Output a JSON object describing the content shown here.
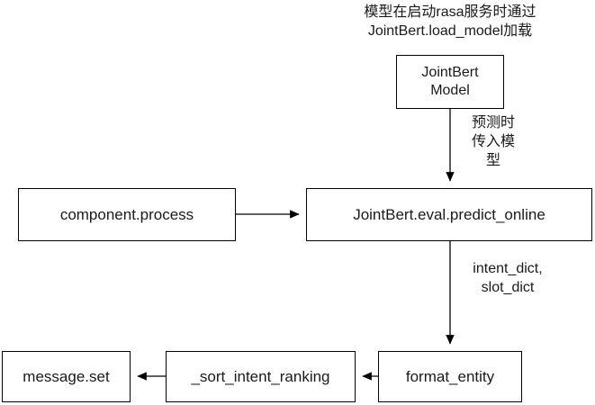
{
  "diagram": {
    "title_annotation": "模型在启动rasa服务时通过\nJointBert.load_model加载",
    "nodes": [
      {
        "id": "jointbert_model",
        "label": "JointBert\nModel"
      },
      {
        "id": "component_process",
        "label": "component.process"
      },
      {
        "id": "predict_online",
        "label": "JointBert.eval.predict_online"
      },
      {
        "id": "message_set",
        "label": "message.set"
      },
      {
        "id": "sort_intent_ranking",
        "label": "_sort_intent_ranking"
      },
      {
        "id": "format_entity",
        "label": "format_entity"
      }
    ],
    "edge_labels": [
      {
        "id": "model_to_predict",
        "text": "预测时\n传入模\n型"
      },
      {
        "id": "predict_to_format",
        "text": "intent_dict,\nslot_dict"
      }
    ],
    "colors": {
      "stroke": "#000000",
      "text": "#1a1a1a",
      "background": "#ffffff"
    }
  }
}
